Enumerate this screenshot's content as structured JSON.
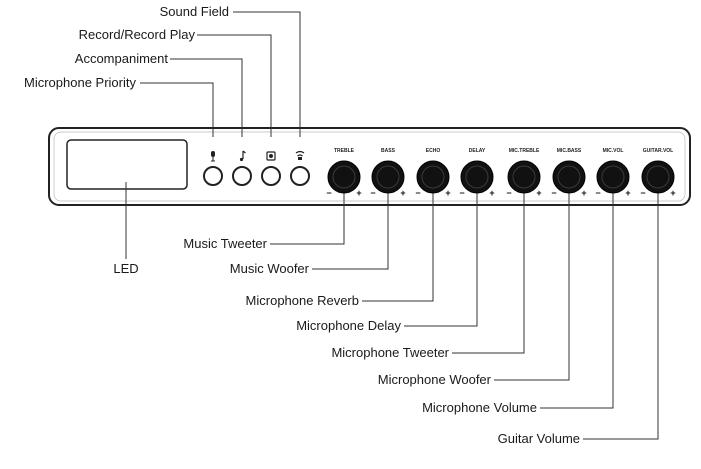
{
  "top_callouts": [
    {
      "key": "sound_field",
      "label": "Sound Field",
      "icon": "sound-field-icon"
    },
    {
      "key": "record",
      "label": "Record/Record Play",
      "icon": "record-icon"
    },
    {
      "key": "accompaniment",
      "label": "Accompaniment",
      "icon": "music-note-icon"
    },
    {
      "key": "mic_priority",
      "label": "Microphone Priority",
      "icon": "microphone-icon"
    }
  ],
  "led": {
    "label": "LED"
  },
  "knobs": [
    {
      "key": "treble",
      "panel_label": "TREBLE",
      "minus": "−",
      "plus": "+",
      "callout": "Music Tweeter"
    },
    {
      "key": "bass",
      "panel_label": "BASS",
      "minus": "−",
      "plus": "+",
      "callout": "Music Woofer"
    },
    {
      "key": "echo",
      "panel_label": "ECHO",
      "minus": "−",
      "plus": "+",
      "callout": "Microphone Reverb"
    },
    {
      "key": "delay",
      "panel_label": "DELAY",
      "minus": "−",
      "plus": "+",
      "callout": "Microphone Delay"
    },
    {
      "key": "mic_treble",
      "panel_label": "MIC.TREBLE",
      "minus": "−",
      "plus": "+",
      "callout": "Microphone Tweeter"
    },
    {
      "key": "mic_bass",
      "panel_label": "MIC.BASS",
      "minus": "−",
      "plus": "+",
      "callout": "Microphone Woofer"
    },
    {
      "key": "mic_vol",
      "panel_label": "MIC.VOL",
      "minus": "−",
      "plus": "+",
      "callout": "Microphone Volume"
    },
    {
      "key": "guitar_vol",
      "panel_label": "GUITAR.VOL",
      "minus": "−",
      "plus": "+",
      "callout": "Guitar Volume"
    }
  ]
}
